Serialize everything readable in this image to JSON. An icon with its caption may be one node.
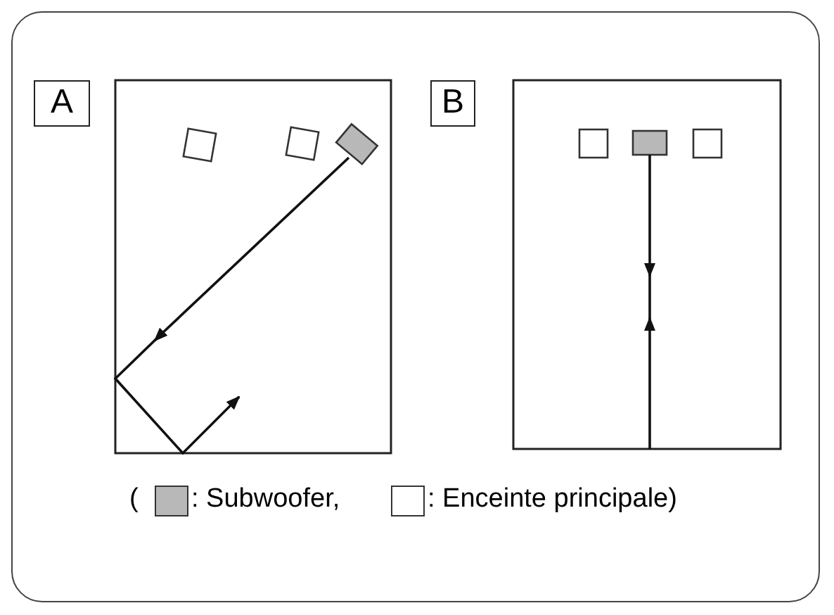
{
  "diagram": {
    "labels": [
      "A",
      "B",
      "("
    ],
    "legend": [
      {
        "text": ": Subwoofer,",
        "color": "#b8b8b8"
      },
      {
        "text": ": Enceinte principale)",
        "color": "#ffffff"
      }
    ]
  }
}
